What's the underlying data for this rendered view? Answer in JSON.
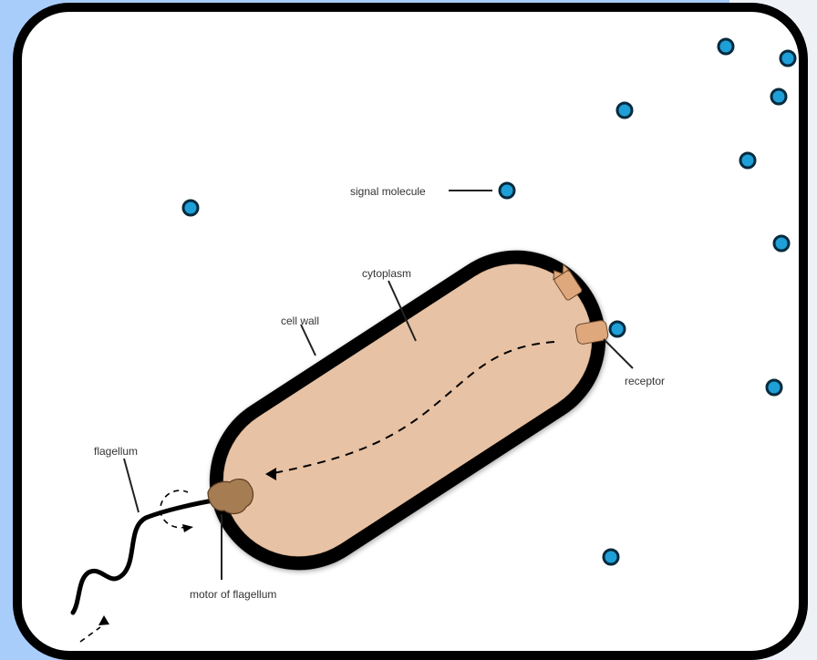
{
  "labels": {
    "signal_molecule": "signal molecule",
    "cytoplasm": "cytoplasm",
    "cell_wall": "cell wall",
    "receptor": "receptor",
    "flagellum": "flagellum",
    "motor_of_flagellum": "motor of flagellum"
  },
  "colors": {
    "background": "#a9cdfb",
    "cytoplasm": "#e8c2a4",
    "cell_wall": "#000000",
    "signal_molecule": "#1e9fd8",
    "receptor": "#dfa77c",
    "motor": "#a67c52"
  }
}
